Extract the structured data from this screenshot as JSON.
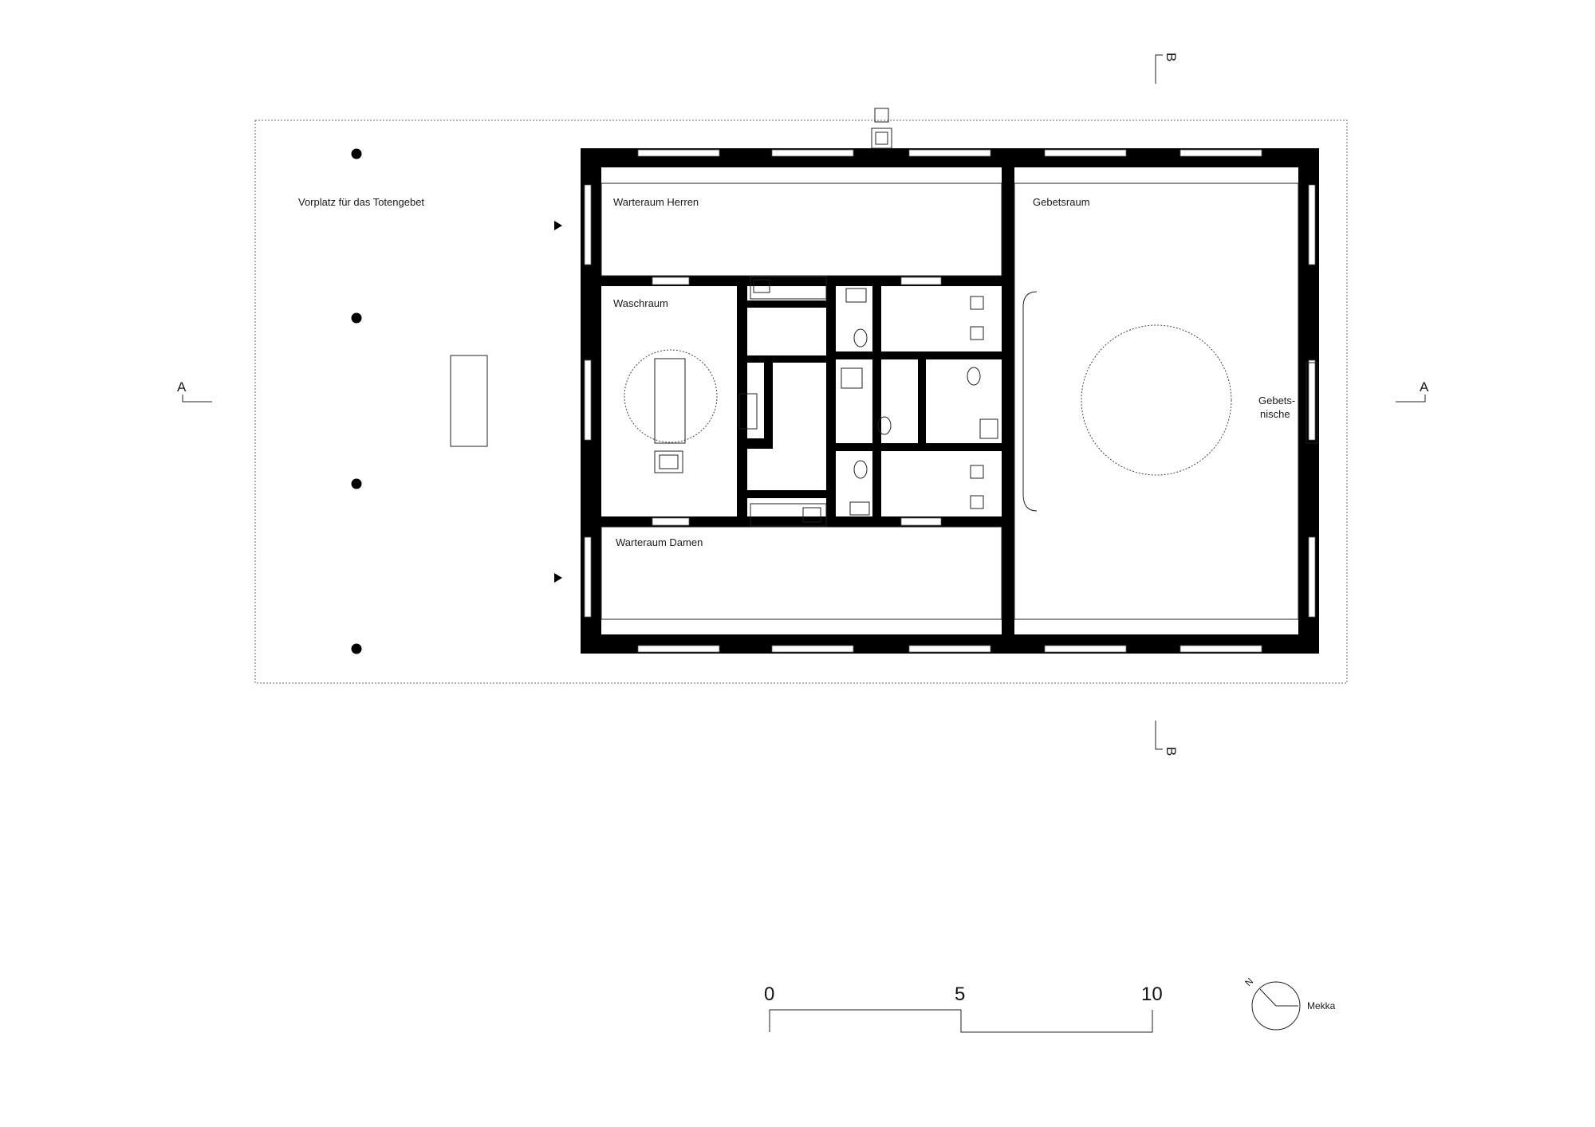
{
  "colors": {
    "wall": "#000000",
    "background": "#ffffff",
    "line": "#222222"
  },
  "rooms": {
    "vorplatz": "Vorplatz für das Totengebet",
    "warteraum_herren": "Warteraum Herren",
    "waschraum": "Waschraum",
    "warteraum_damen": "Warteraum Damen",
    "gebetsraum": "Gebetsraum",
    "gebetsnische_1": "Gebets-",
    "gebetsnische_2": "nische"
  },
  "section_markers": {
    "a_left": "A",
    "a_right": "A",
    "b_top": "B",
    "b_bottom": "B"
  },
  "scale_bar": {
    "label_0": "0",
    "label_5": "5",
    "label_10": "10"
  },
  "compass": {
    "north_label": "N",
    "mecca_label": "Mekka"
  }
}
